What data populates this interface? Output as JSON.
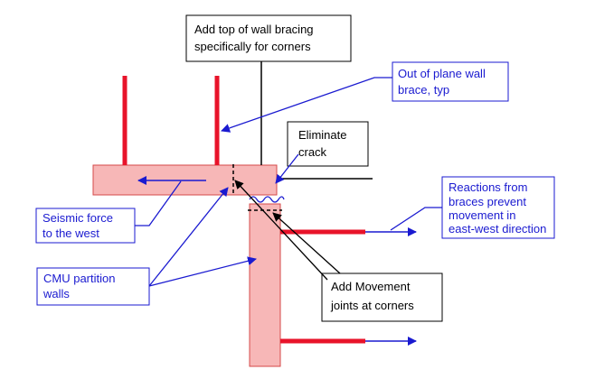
{
  "colors": {
    "wall_fill": "#f7b7b7",
    "wall_stroke": "#d44a4a",
    "brace_red": "#e8132a",
    "callout_blue": "#1a1ad0",
    "black": "#000000"
  },
  "callouts": {
    "top_bracing": {
      "lines": [
        "Add top of wall bracing",
        "specifically for corners"
      ]
    },
    "out_of_plane": {
      "lines": [
        "Out of plane wall",
        "brace, typ"
      ]
    },
    "eliminate_crack": {
      "lines": [
        "Eliminate",
        "crack"
      ]
    },
    "reactions": {
      "lines": [
        "Reactions from",
        "braces prevent",
        "movement in",
        "east-west direction"
      ]
    },
    "seismic": {
      "lines": [
        "Seismic force",
        "to the west"
      ]
    },
    "cmu": {
      "lines": [
        "CMU partition",
        "walls"
      ]
    },
    "movement_joints": {
      "lines": [
        "Add Movement",
        "joints at corners"
      ]
    }
  }
}
